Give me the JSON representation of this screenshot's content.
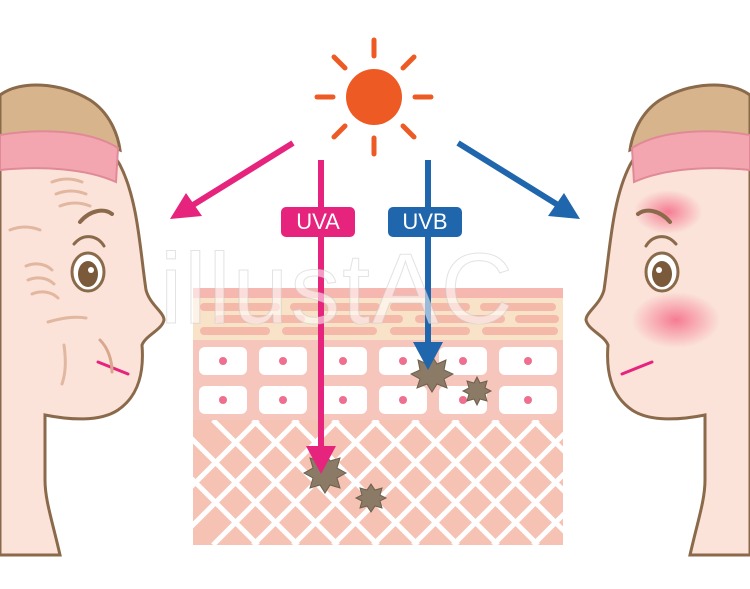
{
  "labels": {
    "uva": "UVA",
    "uvb": "UVB"
  },
  "watermark": "illustAC",
  "colors": {
    "sun": "#ee5a24",
    "uva": "#e6247d",
    "uvb": "#1f66ad",
    "skin": "#fce6dc",
    "face_outline": "#8a6a4a",
    "hair": "#d8b48c",
    "headband": "#f4a6b0",
    "dermis": "#f6c2b4",
    "epidermis_band": "#f7dcc8",
    "redness": "#f48a9a",
    "spot": "#8a7a66"
  },
  "icons": [
    "sun-icon",
    "uva-arrow-icon",
    "uvb-arrow-icon",
    "spot-icon"
  ]
}
